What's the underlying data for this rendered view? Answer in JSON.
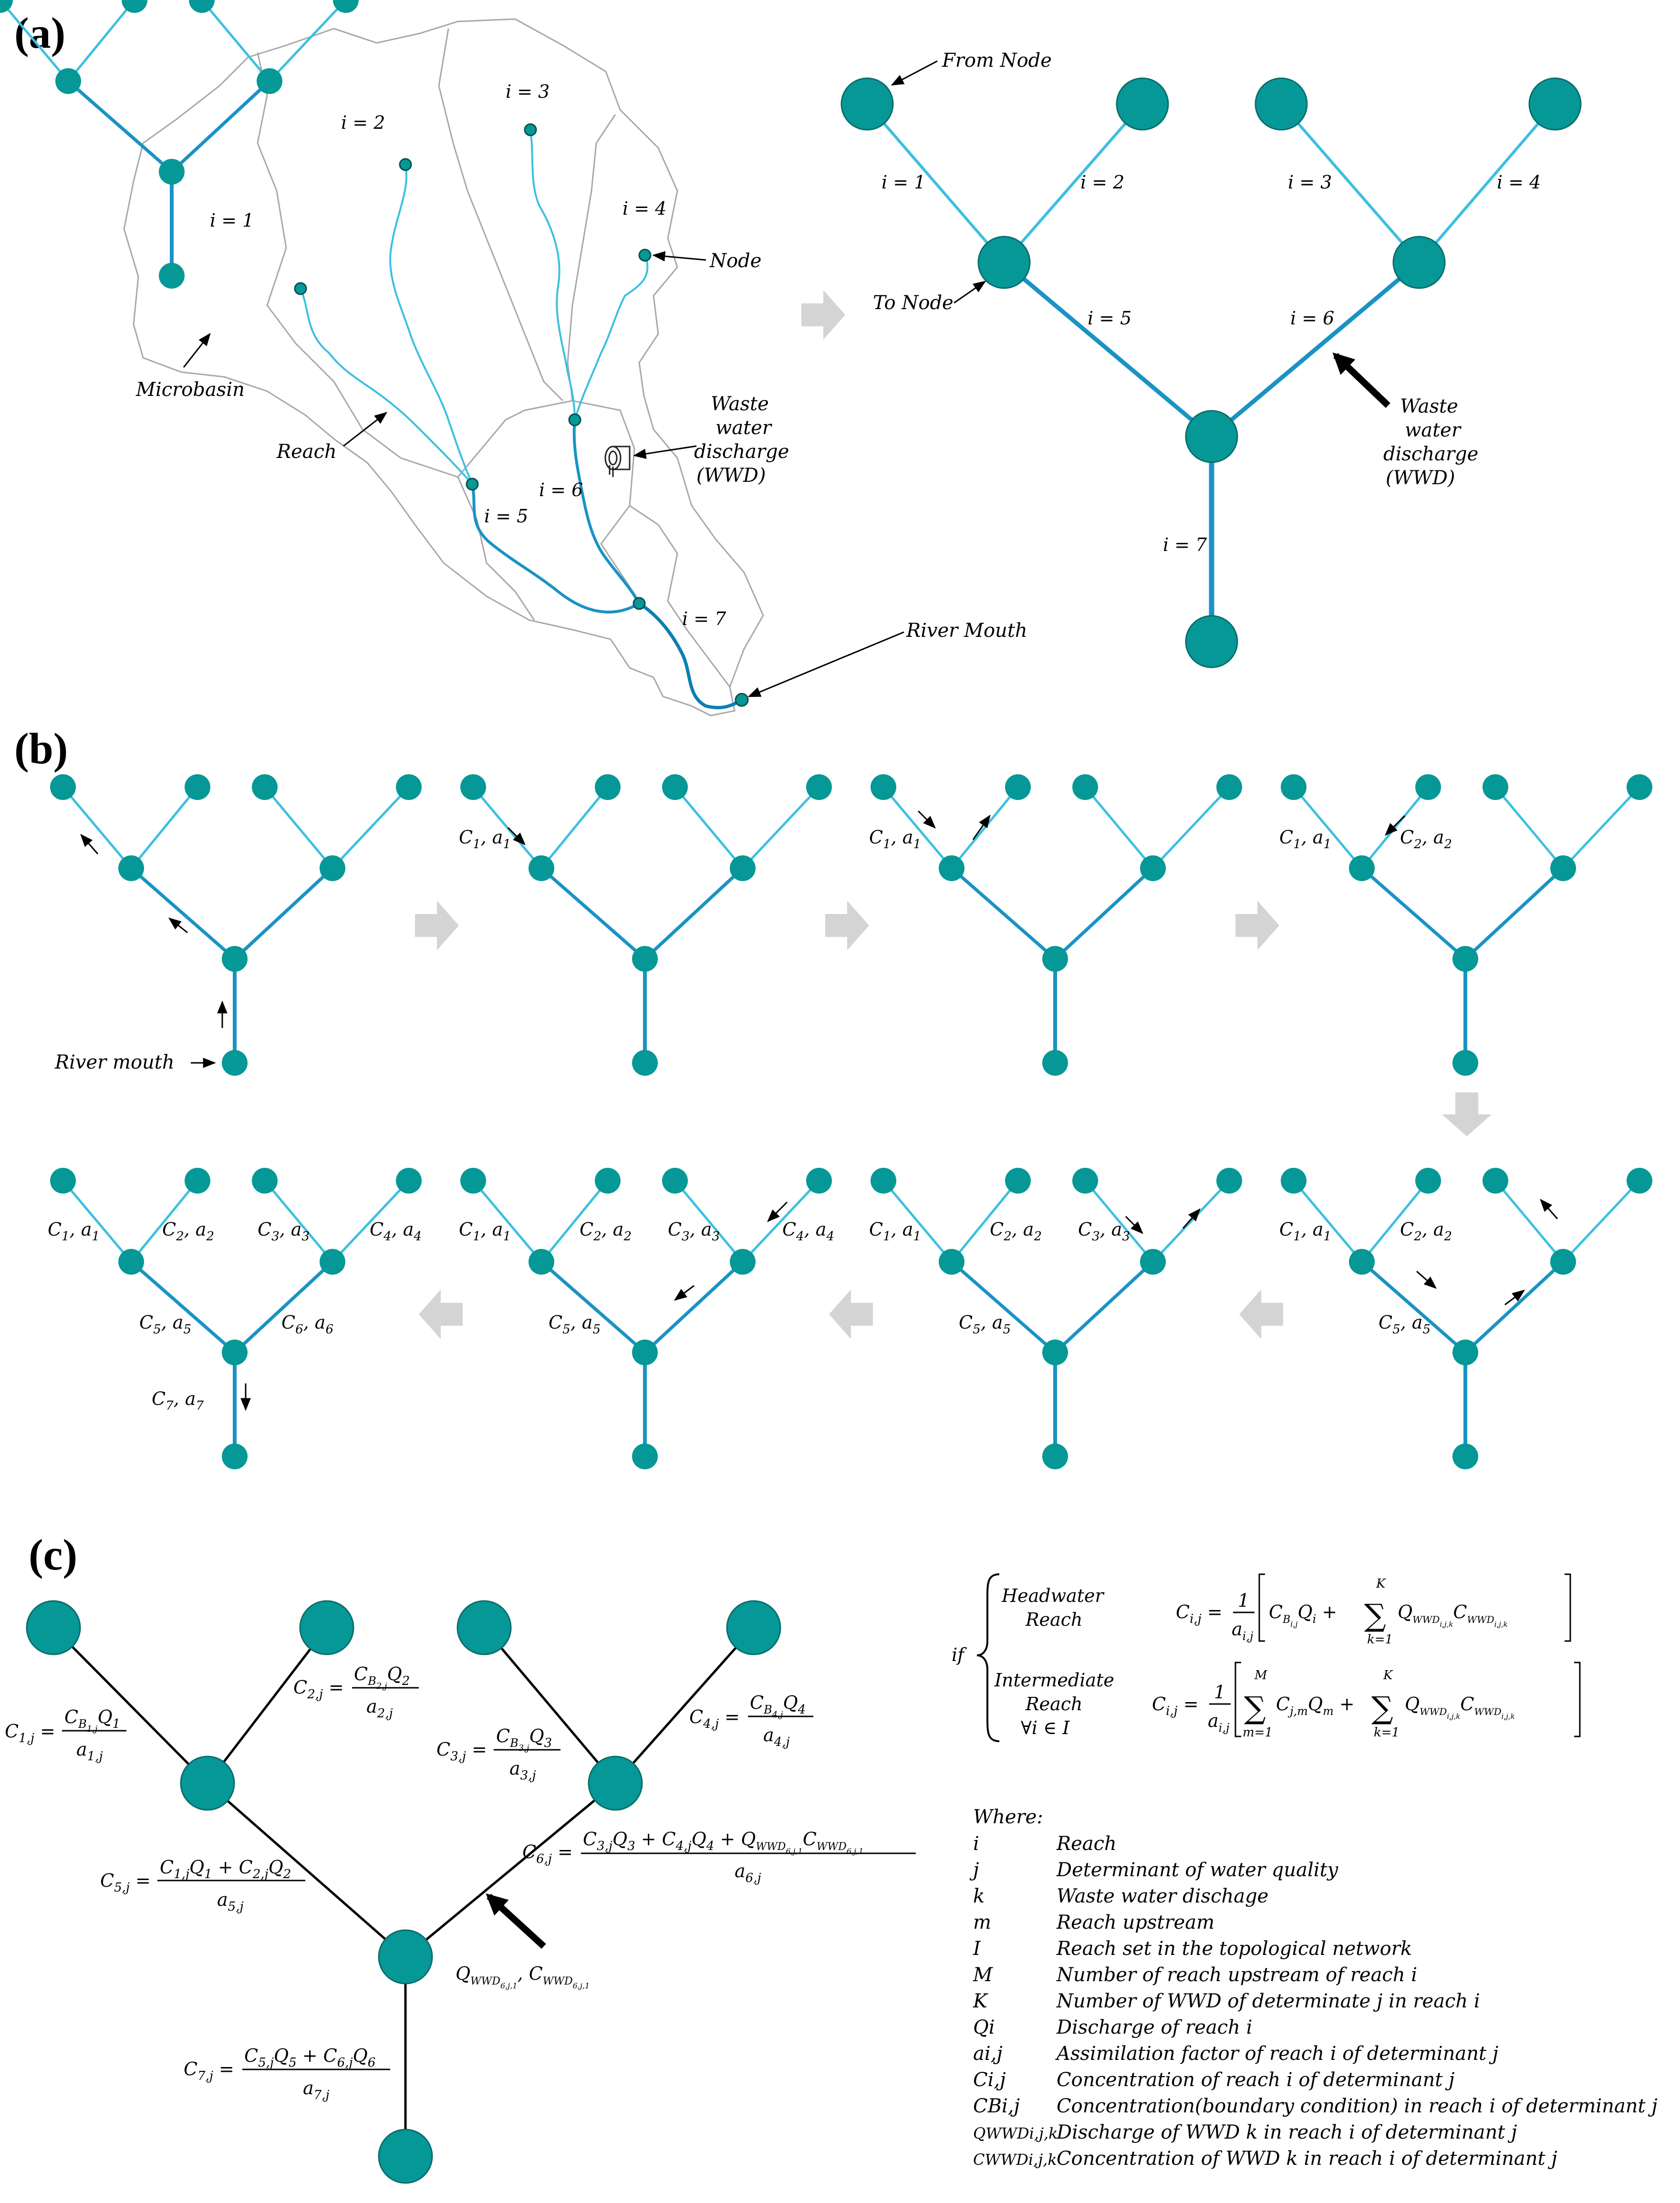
{
  "panels": {
    "a": "(a)",
    "b": "(b)",
    "c": "(c)"
  },
  "colors": {
    "node": "#059896",
    "node_stroke": "#0a6d6b",
    "reach_thin": "#3cc0e0",
    "reach_thick": "#1a93c4",
    "river_trunk": "#0d7fb0",
    "arrow_grey": "#d4d4d4",
    "basin_line": "#a8a8a8",
    "black": "#000000"
  },
  "panel_a": {
    "basin_labels": [
      "i = 1",
      "i = 2",
      "i = 3",
      "i = 4",
      "i = 5",
      "i = 6",
      "i = 7"
    ],
    "annotations": {
      "microbasin": "Microbasin",
      "reach": "Reach",
      "node": "Node",
      "wwd_line1": "Waste",
      "wwd_line2": "water",
      "wwd_line3": "discharge",
      "wwd_line4": "(WWD)",
      "river_mouth": "River Mouth"
    },
    "network_labels": [
      "i = 1",
      "i = 2",
      "i = 3",
      "i = 4",
      "i = 5",
      "i = 6",
      "i = 7"
    ],
    "network_annotations": {
      "from_node": "From Node",
      "to_node": "To Node",
      "wwd_line1": "Waste",
      "wwd_line2": "water",
      "wwd_line3": "discharge",
      "wwd_line4": "(WWD)"
    }
  },
  "panel_b": {
    "river_mouth": "River mouth",
    "ca": [
      "C",
      "a"
    ],
    "subs": [
      "1",
      "2",
      "3",
      "4",
      "5",
      "6",
      "7"
    ]
  },
  "panel_c": {
    "conditions": {
      "if": "if",
      "headwater_1": "Headwater",
      "headwater_2": "Reach",
      "intermediate_1": "Intermediate",
      "intermediate_2": "Reach",
      "intermediate_3": "∀i ∈ I"
    },
    "where_title": "Where:",
    "legend": [
      {
        "sym": "i",
        "desc": "Reach"
      },
      {
        "sym": "j",
        "desc": "Determinant of water quality"
      },
      {
        "sym": "k",
        "desc": "Waste water dischage"
      },
      {
        "sym": "m",
        "desc": "Reach upstream"
      },
      {
        "sym": "I",
        "desc": "Reach set in the topological network"
      },
      {
        "sym": "M",
        "desc": "Number of reach upstream of reach i"
      },
      {
        "sym": "K",
        "desc": "Number of WWD of determinate j in reach i"
      },
      {
        "sym": "Qi",
        "desc": "Discharge of reach i"
      },
      {
        "sym": "ai,j",
        "desc": "Assimilation factor of reach i of determinant j"
      },
      {
        "sym": "Ci,j",
        "desc": "Concentration of reach i of determinant j"
      },
      {
        "sym": "CBi,j",
        "desc": "Concentration(boundary condition) in reach i of determinant j"
      },
      {
        "sym": "QWWDi,j,k",
        "desc": "Discharge of WWD k in reach i of determinant j"
      },
      {
        "sym": "CWWDi,j,k",
        "desc": "Concentration of WWD k in reach i of determinant j"
      }
    ]
  }
}
